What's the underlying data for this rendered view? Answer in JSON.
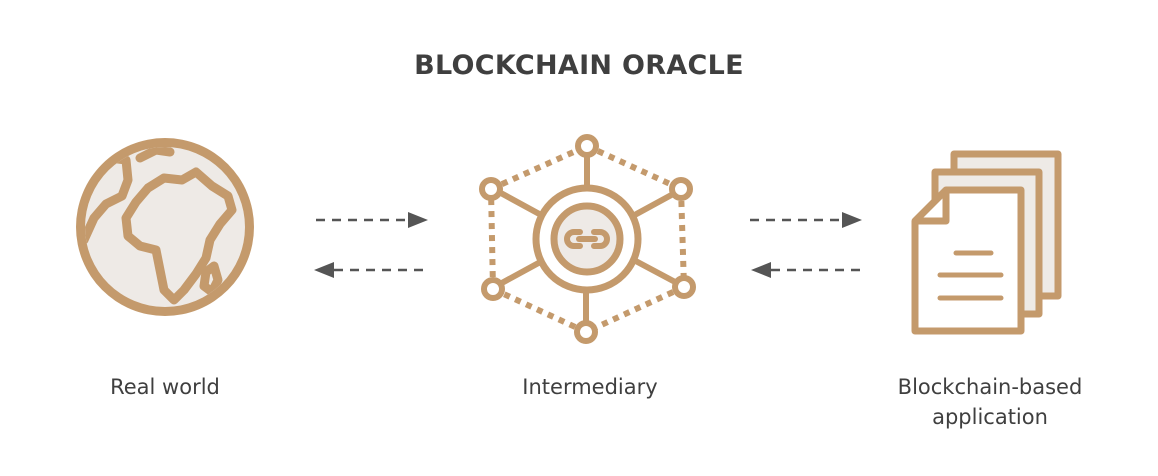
{
  "title": "BLOCKCHAIN ORACLE",
  "colors": {
    "accent": "#C49A6C",
    "accent_fill": "#EEEAE6",
    "arrow": "#555555",
    "text": "#3F3F3F"
  },
  "nodes": [
    {
      "id": "real-world",
      "label": "Real world",
      "icon": "globe-icon"
    },
    {
      "id": "intermediary",
      "label": "Intermediary",
      "icon": "oracle-network-icon"
    },
    {
      "id": "application",
      "label_lines": [
        "Blockchain-based",
        "application"
      ],
      "icon": "documents-icon"
    }
  ],
  "connections": [
    {
      "from": "real-world",
      "to": "intermediary",
      "style": "dashed-arrow"
    },
    {
      "from": "intermediary",
      "to": "real-world",
      "style": "dashed-arrow"
    },
    {
      "from": "intermediary",
      "to": "application",
      "style": "dashed-arrow"
    },
    {
      "from": "application",
      "to": "intermediary",
      "style": "dashed-arrow"
    }
  ]
}
